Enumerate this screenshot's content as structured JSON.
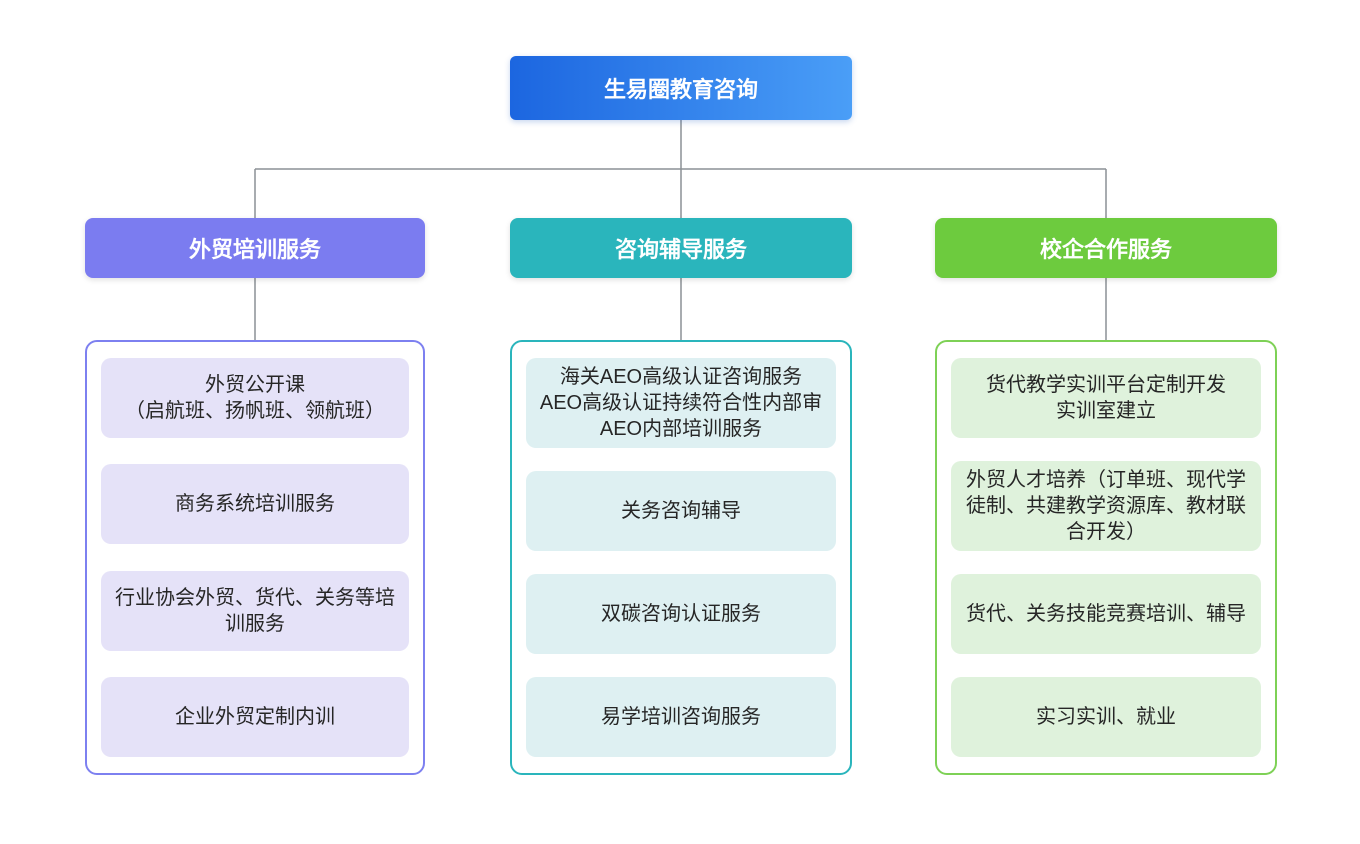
{
  "page": {
    "background": "#ffffff"
  },
  "connector_color": "#8c9196",
  "root": {
    "label": "生易圈教育咨询",
    "gradient_start": "#1c66e0",
    "gradient_end": "#4a9ef7",
    "text_color": "#ffffff"
  },
  "branches": [
    {
      "label": "外贸培训服务",
      "colors": {
        "header": "#7b7cf0",
        "border": "#7d80f0",
        "item_bg": "#e5e2f8"
      },
      "items": [
        "外贸公开课\n（启航班、扬帆班、领航班）",
        "商务系统培训服务",
        "行业协会外贸、货代、关务等培训服务",
        "企业外贸定制内训"
      ]
    },
    {
      "label": "咨询辅导服务",
      "colors": {
        "header": "#2ab5bc",
        "border": "#2ab5bc",
        "item_bg": "#def0f2"
      },
      "items": [
        "海关AEO高级认证咨询服务\nAEO高级认证持续符合性内部审\nAEO内部培训服务",
        "关务咨询辅导",
        "双碳咨询认证服务",
        "易学培训咨询服务"
      ]
    },
    {
      "label": "校企合作服务",
      "colors": {
        "header": "#6dcb3e",
        "border": "#7ed156",
        "item_bg": "#dff2dc"
      },
      "items": [
        "货代教学实训平台定制开发\n实训室建立",
        "外贸人才培养（订单班、现代学徒制、共建教学资源库、教材联合开发）",
        "货代、关务技能竞赛培训、辅导",
        "实习实训、就业"
      ]
    }
  ]
}
